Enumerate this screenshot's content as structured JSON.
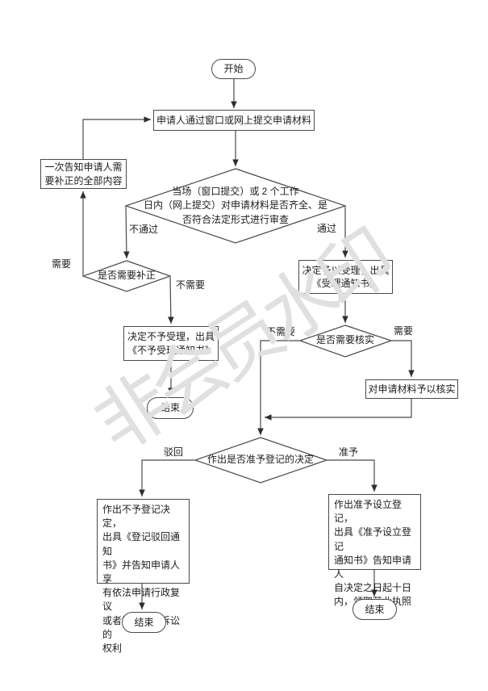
{
  "watermark": {
    "text": "非会员水印"
  },
  "colors": {
    "line": "#4a4a4a",
    "watermark": "#e2dfdf"
  },
  "nodes": {
    "start": {
      "label": "开始"
    },
    "submit": {
      "label": "申请人通过窗口或网上提交申请材料"
    },
    "review": {
      "label": "当场（窗口提交）或 2 个工作\n日内（网上提交）对申请材料是否齐全、是\n否符合法定形式进行审查"
    },
    "notify": {
      "label": "一次告知申请人需\n要补正的全部内容"
    },
    "need_fix": {
      "label": "是否需要补正"
    },
    "no_accept": {
      "label": "决定不予受理，出具\n《不予受理通知书》"
    },
    "end1": {
      "label": "结束"
    },
    "accept": {
      "label": "决定予以受理，出具\n《受理通知书》"
    },
    "verify": {
      "label": "是否需要核实"
    },
    "do_verify": {
      "label": "对申请材料予以核实"
    },
    "decide": {
      "label": "作出是否准予登记的决定"
    },
    "deny": {
      "label": "作出不予登记决定，\n出具《登记驳回通知\n书》并告知申请人享\n有依法申请行政复议\n或者提起行政诉讼的\n权利"
    },
    "approve": {
      "label": "作出准予设立登记，\n出具《准予设立登记\n通知书》告知申请人\n自决定之日起十日\n内，领取营业执照"
    },
    "end2": {
      "label": "结束"
    },
    "end3": {
      "label": "结束"
    }
  },
  "edge_labels": {
    "fail": "不通过",
    "pass": "通过",
    "need": "需要",
    "no_need": "不需要",
    "verify_no_need": "不需要",
    "verify_need": "需要",
    "reject": "驳回",
    "grant": "准予"
  }
}
